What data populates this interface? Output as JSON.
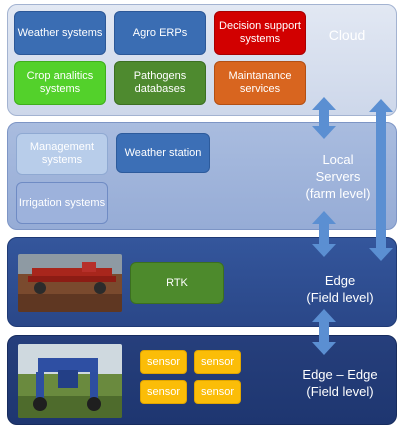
{
  "cloud": {
    "title": "Cloud",
    "boxes": [
      {
        "label": "Weather systems",
        "color": "#3a6db3"
      },
      {
        "label": "Agro ERPs",
        "color": "#3a6db3"
      },
      {
        "label": "Decision support systems",
        "color": "#d20000"
      },
      {
        "label": "Crop analitics systems",
        "color": "#53d12b"
      },
      {
        "label": "Pathogens databases",
        "color": "#4e8a2f"
      },
      {
        "label": "Maintanance services",
        "color": "#d8651f"
      }
    ]
  },
  "local": {
    "title_line1": "Local",
    "title_line2": "Servers",
    "title_line3": "(farm level)",
    "boxes": [
      {
        "label": "Management systems"
      },
      {
        "label": "Weather station"
      },
      {
        "label": "Irrigation systems"
      }
    ]
  },
  "edge": {
    "title_line1": "Edge",
    "title_line2": "(Field level)",
    "rtk_label": "RTK",
    "rtk_color": "#4d8a2c"
  },
  "edge2": {
    "title_line1": "Edge – Edge",
    "title_line2": "(Field level)",
    "sensor_label": "sensor",
    "sensor_color": "#fbbd08"
  },
  "arrow_color": "#5b8fd2"
}
